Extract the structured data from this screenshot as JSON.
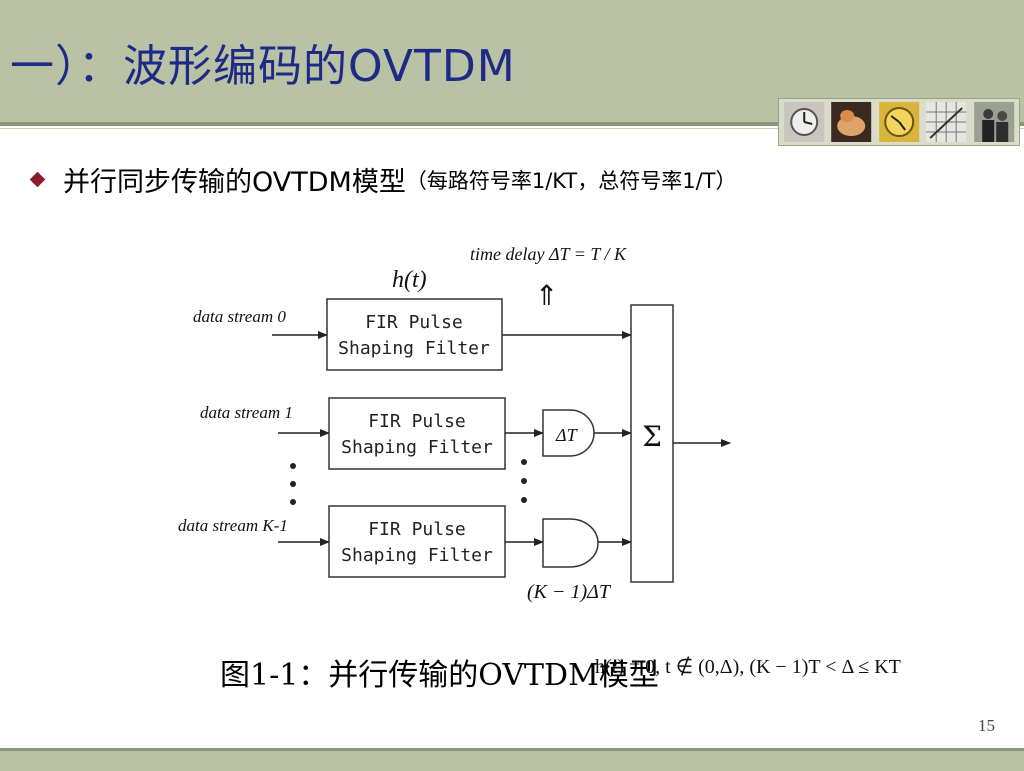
{
  "slide": {
    "title": "一）：波形编码的OVTDM",
    "bullet_main": "并行同步传输的OVTDM模型",
    "bullet_sub": "（每路符号率1/KT，总符号率1/T）",
    "caption": "图1-1：并行传输的OVTDM模型",
    "formula": "h(t) = 0,  t ∉ (0,Δ),  (K − 1)T < Δ ≤ KT",
    "page_number": "15"
  },
  "photo_strip": [
    {
      "icon": "watch-icon"
    },
    {
      "icon": "hands-icon"
    },
    {
      "icon": "clock-icon"
    },
    {
      "icon": "grid-icon"
    },
    {
      "icon": "people-icon"
    }
  ],
  "diagram": {
    "impulse_label": "h(t)",
    "time_delay_label": "time delay ΔT = T / K",
    "arrow_glyph": "⇑",
    "streams": [
      {
        "label": "data stream 0",
        "filter_line1": "FIR Pulse",
        "filter_line2": "Shaping Filter",
        "delay": ""
      },
      {
        "label": "data stream 1",
        "filter_line1": "FIR Pulse",
        "filter_line2": "Shaping Filter",
        "delay": "ΔT"
      },
      {
        "label": "data stream K-1",
        "filter_line1": "FIR Pulse",
        "filter_line2": "Shaping Filter",
        "delay": ""
      }
    ],
    "last_delay_label": "(K − 1)ΔT",
    "sum_symbol": "Σ",
    "colors": {
      "line": "#222222",
      "box": "#333333"
    }
  },
  "colors": {
    "title_band": "#b9c2a4",
    "title_text": "#1e2a86",
    "bullet": "#8e1b2a"
  }
}
